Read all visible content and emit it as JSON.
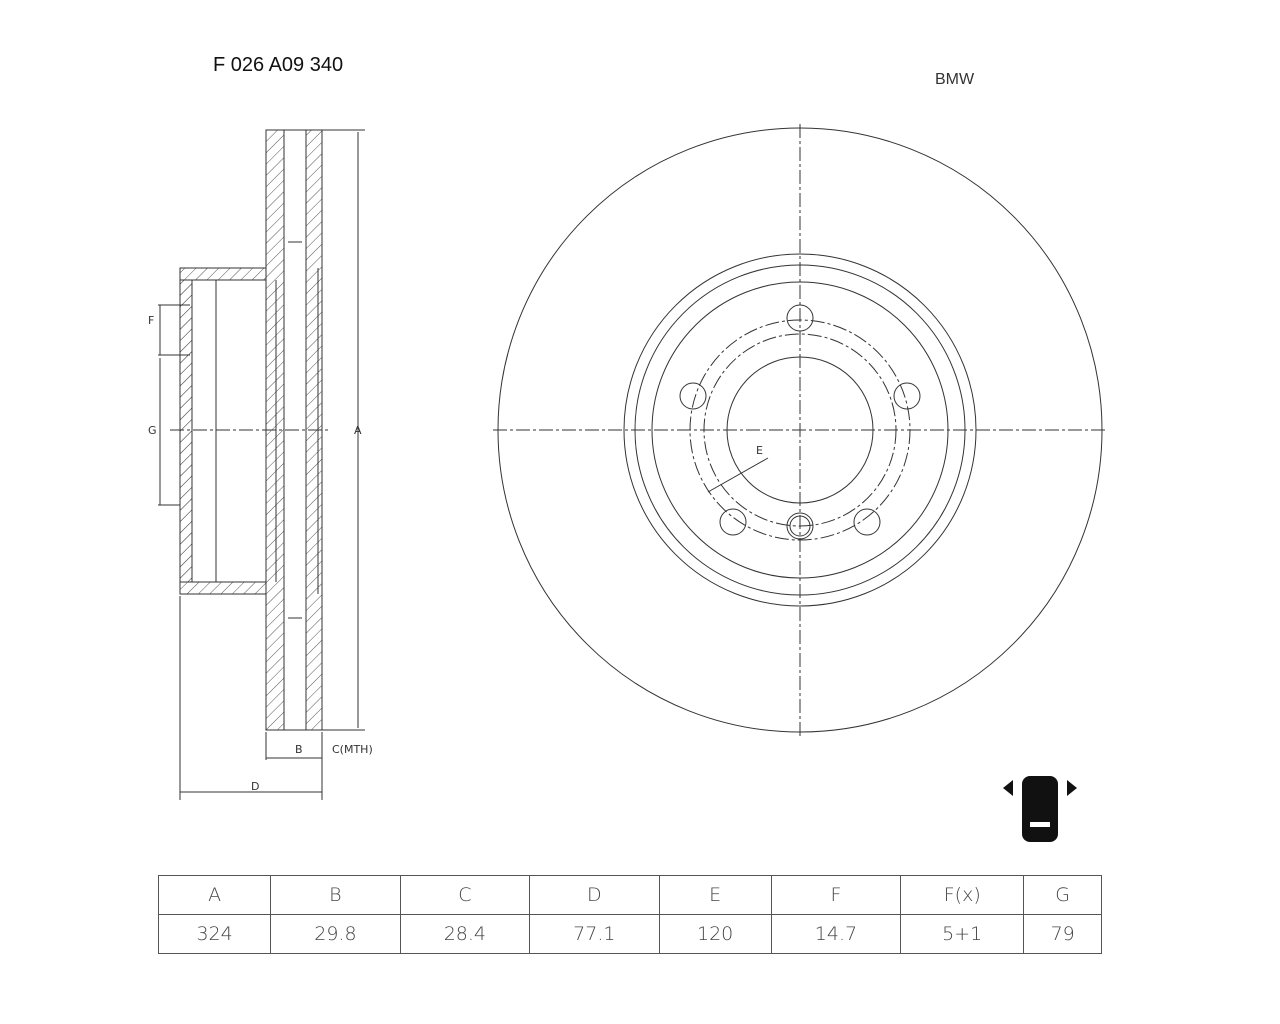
{
  "header": {
    "part_number": "F 026 A09 340",
    "brand": "BMW"
  },
  "drawing": {
    "labels": {
      "A": "A",
      "B": "B",
      "C": "C(MTH)",
      "D": "D",
      "E": "E",
      "F": "F",
      "G": "G"
    },
    "icon": "car-axle-front-icon"
  },
  "table": {
    "headers": [
      "A",
      "B",
      "C",
      "D",
      "E",
      "F",
      "F(x)",
      "G"
    ],
    "values": [
      "324",
      "29.8",
      "28.4",
      "77.1",
      "120",
      "14.7",
      "5+1",
      "79"
    ]
  }
}
